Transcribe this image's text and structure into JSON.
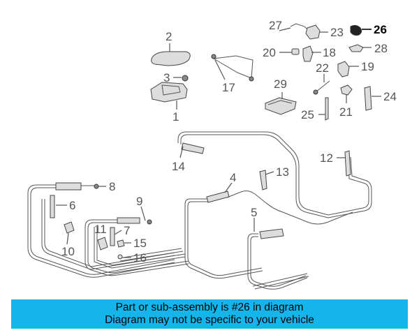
{
  "diagram": {
    "highlight_color": "#000000",
    "callouts": [
      {
        "id": "1",
        "label": "1"
      },
      {
        "id": "2",
        "label": "2"
      },
      {
        "id": "3",
        "label": "3"
      },
      {
        "id": "4",
        "label": "4"
      },
      {
        "id": "5",
        "label": "5"
      },
      {
        "id": "6",
        "label": "6"
      },
      {
        "id": "7",
        "label": "7"
      },
      {
        "id": "8",
        "label": "8"
      },
      {
        "id": "9",
        "label": "9"
      },
      {
        "id": "10",
        "label": "10"
      },
      {
        "id": "11",
        "label": "11"
      },
      {
        "id": "12",
        "label": "12"
      },
      {
        "id": "13",
        "label": "13"
      },
      {
        "id": "14",
        "label": "14"
      },
      {
        "id": "15",
        "label": "15"
      },
      {
        "id": "16",
        "label": "16"
      },
      {
        "id": "17",
        "label": "17"
      },
      {
        "id": "18",
        "label": "18"
      },
      {
        "id": "19",
        "label": "19"
      },
      {
        "id": "20",
        "label": "20"
      },
      {
        "id": "21",
        "label": "21"
      },
      {
        "id": "22",
        "label": "22"
      },
      {
        "id": "23",
        "label": "23"
      },
      {
        "id": "24",
        "label": "24"
      },
      {
        "id": "25",
        "label": "25"
      },
      {
        "id": "26",
        "label": "26",
        "highlighted": true
      },
      {
        "id": "27",
        "label": "27"
      },
      {
        "id": "28",
        "label": "28"
      },
      {
        "id": "29",
        "label": "29"
      }
    ]
  },
  "banner": {
    "line1": "Part or sub-assembly is #26 in diagram",
    "line2": "Diagram may not be specific to your vehicle",
    "background_color": "#13b5ea"
  }
}
